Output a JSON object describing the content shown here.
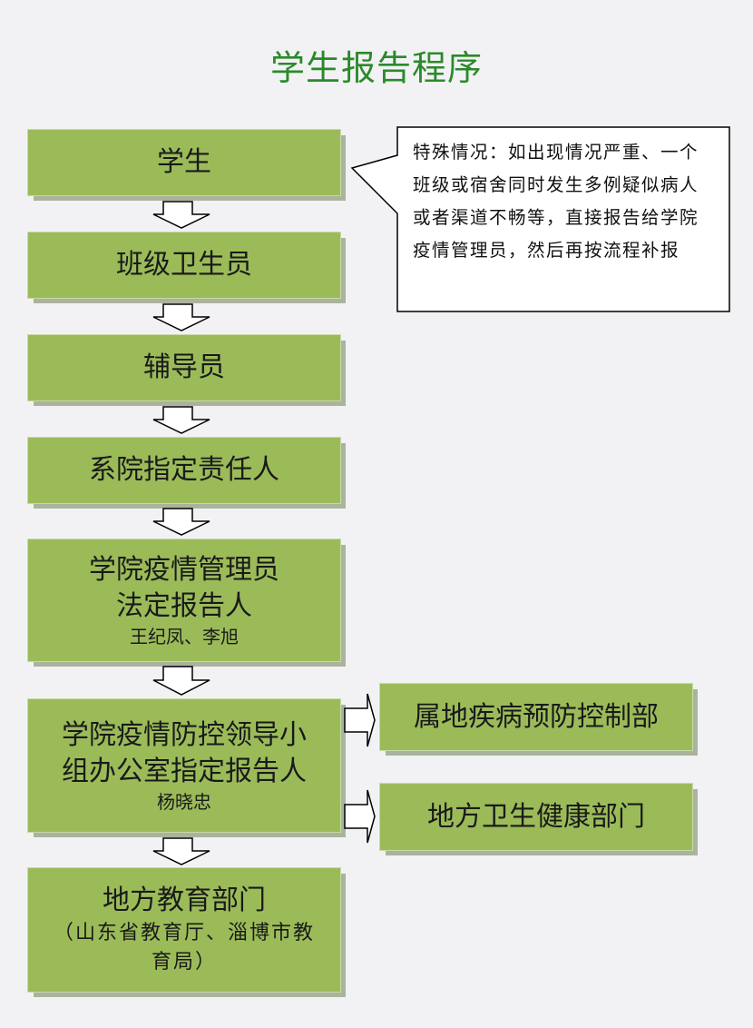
{
  "title": "学生报告程序",
  "flow": {
    "student": "学生",
    "class_health": "班级卫生员",
    "counselor": "辅导员",
    "dept_responsible": "系院指定责任人",
    "college_manager": {
      "line1": "学院疫情管理员",
      "line2": "法定报告人",
      "names": "王纪凤、李旭"
    },
    "leading_group": {
      "line1": "学院疫情防控领导小",
      "line2": "组办公室指定报告人",
      "names": "杨晓忠"
    },
    "local_education": {
      "line1": "地方教育部门",
      "line2": "（山东省教育厅、淄博市教",
      "line3": "育局）"
    }
  },
  "side_boxes": {
    "cdc": "属地疾病预防控制部",
    "health": "地方卫生健康部门"
  },
  "callout": {
    "text": "特殊情况：如出现情况严重、一个班级或宿舍同时发生多例疑似病人或者渠道不畅等，直接报告给学院疫情管理员，然后再按流程补报"
  },
  "colors": {
    "box": "#9bbb59",
    "title": "#2a8a2a",
    "shadow": "#aab39c"
  }
}
